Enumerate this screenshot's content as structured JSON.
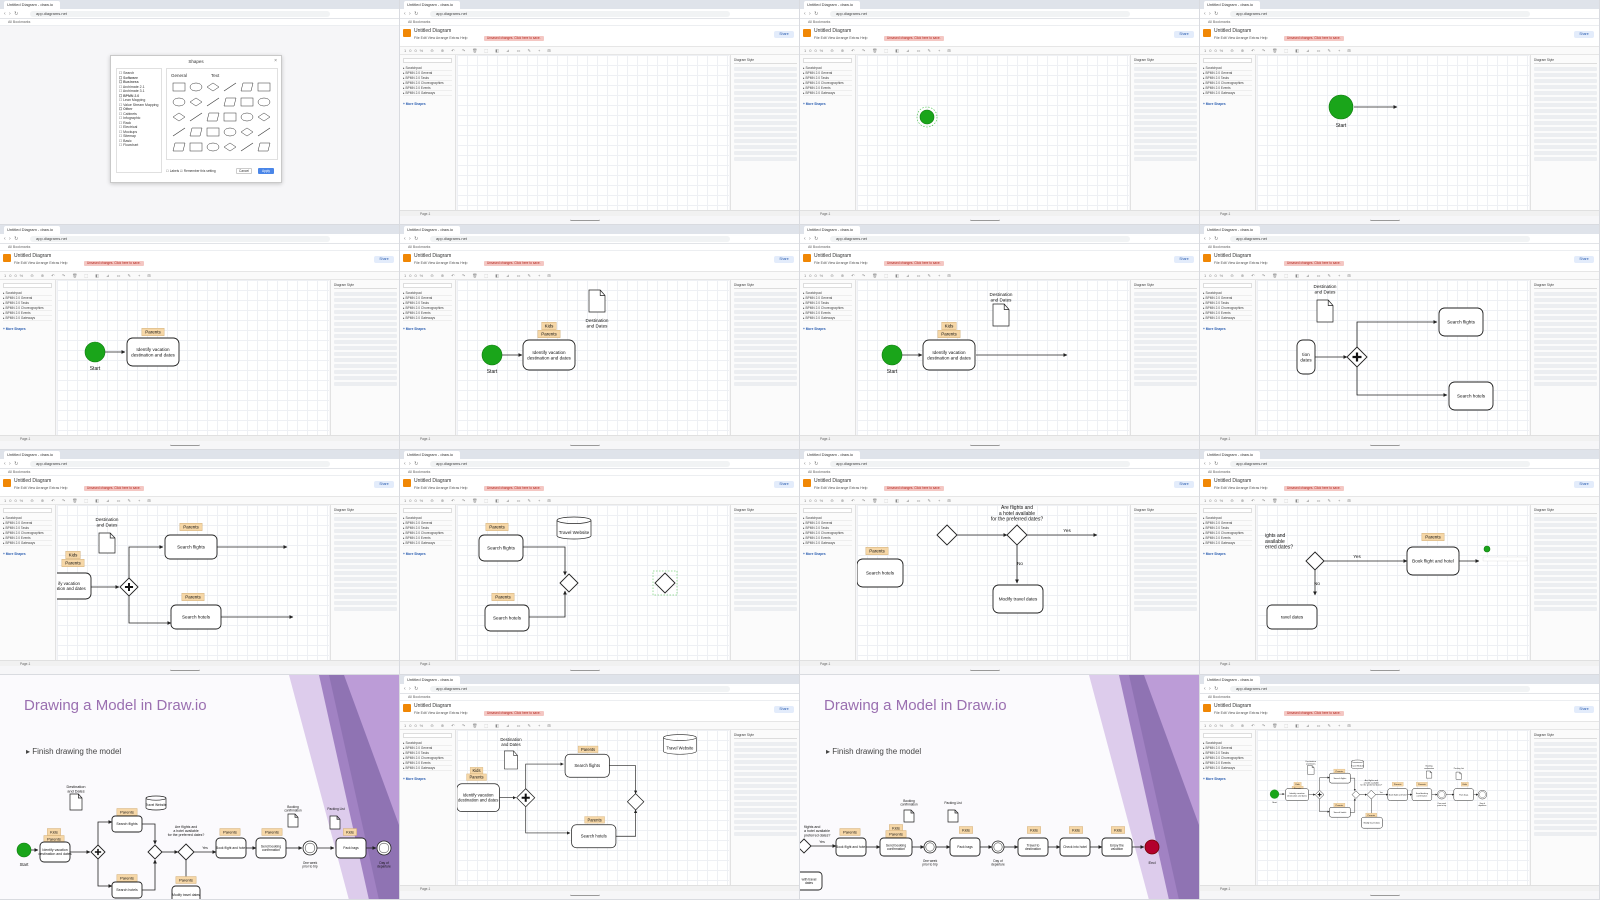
{
  "browser": {
    "tab_title": "Untitled Diagram - draw.io",
    "url": "app.diagrams.net",
    "bookmarks": "All Bookmarks"
  },
  "app": {
    "doc_title": "Untitled Diagram",
    "menus": "File  Edit  View  Arrange  Extras  Help",
    "unsaved": "Unsaved changes. Click here to save.",
    "share": "Share",
    "zoom": "100%",
    "page_tab": "Page-1"
  },
  "left_panel": {
    "search_placeholder": "Search Shapes",
    "groups": [
      "Scratchpad",
      "BPMN 2.0 General",
      "BPMN 2.0 Tasks",
      "BPMN 2.0 Choreographies",
      "BPMN 2.0 Events",
      "BPMN 2.0 Gateways"
    ],
    "more_shapes": "+ More Shapes"
  },
  "right_panel": {
    "tabs": "Diagram   Style"
  },
  "dialog": {
    "title": "Shapes",
    "close": "×",
    "sections": [
      "Search",
      "Software",
      "Business",
      "BPMN 2.0",
      "Other"
    ],
    "items": [
      "Search",
      "Software",
      "Business",
      "Archimate 2.1",
      "Archimate 3.1",
      "BPMN 2.0",
      "Lean Mapping",
      "Value Stream Mapping",
      "Other",
      "Cabinets",
      "Infographic",
      "Rack",
      "Electrical",
      "Mockups",
      "Sitemap",
      "Basic",
      "Flowchart"
    ],
    "general_header": "General",
    "text_shape": "Text",
    "labels_option": "Labels",
    "remember_option": "Remember this setting",
    "cancel": "Cancel",
    "apply": "Apply"
  },
  "diagram": {
    "start": "Start",
    "end": "End",
    "identify": [
      "Identify vacation",
      "destination and dates"
    ],
    "destination": [
      "Destination",
      "and Dates"
    ],
    "kids": "Kids",
    "parents": "Parents",
    "search_flights": "Search flights",
    "search_hotels": "Search hotels",
    "travel_website": "Travel Website",
    "question": [
      "Are flights and",
      "a hotel available",
      "for the preferred dates?"
    ],
    "yes": "Yes",
    "no": "No",
    "modify_dates": "Modify travel dates",
    "book": "Book flight and hotel",
    "send_booking": [
      "Send booking",
      "confirmation"
    ],
    "booking_conf": [
      "Booking",
      "confirmation"
    ],
    "one_week": [
      "One week",
      "prior to trip"
    ],
    "packing_list": "Packing List",
    "pack_bags": "Pack bags",
    "day_of_departure": [
      "Day of",
      "departure"
    ],
    "travel_dest": [
      "Travel to",
      "destination"
    ],
    "check_hotel": "Check into hotel",
    "enjoy": [
      "Enjoy the",
      "vacation"
    ]
  },
  "slide": {
    "title": "Drawing a Model in Draw.io",
    "bullet": "Finish drawing the model"
  },
  "colors": {
    "start_green": "#1aa51a",
    "end_red": "#b3002d",
    "lane_label": "#f6d7a7",
    "accent_purple": "#9a6fb0",
    "drawio_orange": "#f08705"
  }
}
